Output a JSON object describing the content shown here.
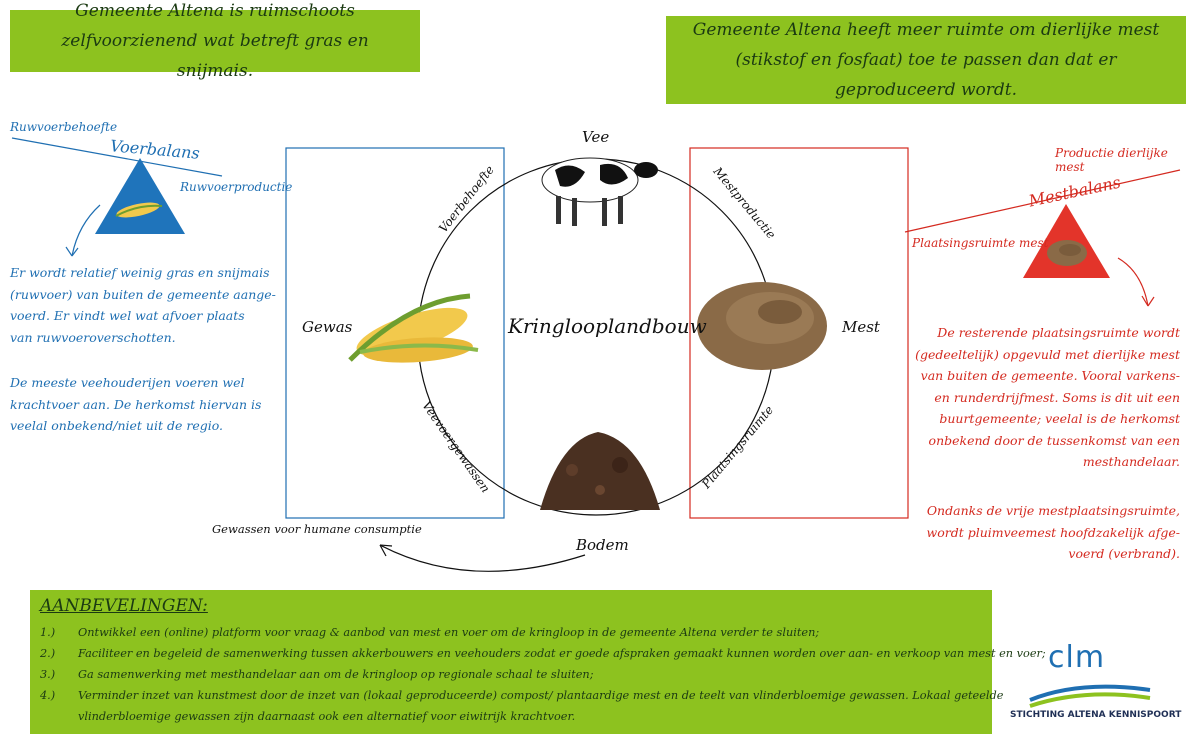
{
  "banners": {
    "left": "Gemeente Altena is ruimschoots zelfvoorzienend wat betreft gras en snijmais.",
    "right": "Gemeente Altena heeft meer ruimte om dierlijke mest (stikstof en fosfaat) toe te passen dan dat er geproduceerd wordt."
  },
  "left_panel": {
    "top_label": "Ruwvoerbehoefte",
    "balance_title": "Voerbalans",
    "side_label": "Ruwvoerproductie",
    "para1": [
      "Er wordt relatief weinig gras en snijmais",
      "(ruwvoer) van buiten de gemeente aange-",
      "voerd. Er vindt wel wat afvoer plaats",
      "van ruwvoeroverschotten."
    ],
    "para2": [
      "De meeste veehouderijen voeren wel",
      "krachtvoer aan. De herkomst hiervan is",
      "veelal onbekend/niet uit de regio."
    ]
  },
  "right_panel": {
    "top_label": "Productie dierlijke mest",
    "balance_title": "Mestbalans",
    "side_label": "Plaatsingsruimte mest",
    "para1": [
      "De resterende plaatsingsruimte wordt",
      "(gedeeltelijk) opgevuld met dierlijke mest",
      "van buiten de gemeente. Vooral varkens-",
      "en runderdrijfmest. Soms is dit uit een",
      "buurtgemeente; veelal is de herkomst",
      "onbekend door de tussenkomst van een",
      "mesthandelaar."
    ],
    "para2": [
      "Ondanks de vrije mestplaatsingsruimte,",
      "wordt pluimveemest hoofdzakelijk afge-",
      "voerd (verbrand)."
    ]
  },
  "cycle": {
    "center": "Kringlooplandbouw",
    "nodes": {
      "top": "Vee",
      "left": "Gewas",
      "right": "Mest",
      "bottom": "Bodem"
    },
    "arcs": {
      "top_left": "Voerbehoefte",
      "top_right": "Mestproductie",
      "bottom_left": "Veevoergewassen",
      "bottom_right": "Plaatsingsruimte"
    },
    "outflow": "Gewassen voor humane consumptie"
  },
  "recommendations": {
    "title": "AANBEVELINGEN:",
    "items": [
      {
        "num": "1.)",
        "text": "Ontwikkel een (online) platform voor vraag & aanbod van mest en voer om de kringloop in de gemeente Altena verder te sluiten;"
      },
      {
        "num": "2.)",
        "text": "Faciliteer en begeleid de samenwerking tussen akkerbouwers en veehouders zodat er goede afspraken gemaakt kunnen worden over aan- en verkoop van mest en voer;"
      },
      {
        "num": "3.)",
        "text": "Ga samenwerking met mesthandelaar aan om de kringloop op regionale schaal te sluiten;"
      },
      {
        "num": "4.)",
        "text": "Verminder inzet van kunstmest door de inzet van (lokaal geproduceerde) compost/ plantaardige mest en de teelt van vlinderbloemige gewassen. Lokaal geteelde"
      },
      {
        "num": "",
        "text": "vlinderbloemige gewassen zijn daarnaast ook een alternatief voor eiwitrijk krachtvoer."
      }
    ]
  },
  "logo": {
    "name": "clm",
    "org": "STICHTING ALTENA KENNISPOORT"
  },
  "colors": {
    "green": "#8dc21f",
    "blue": "#1f6fb2",
    "red": "#d42a20"
  }
}
